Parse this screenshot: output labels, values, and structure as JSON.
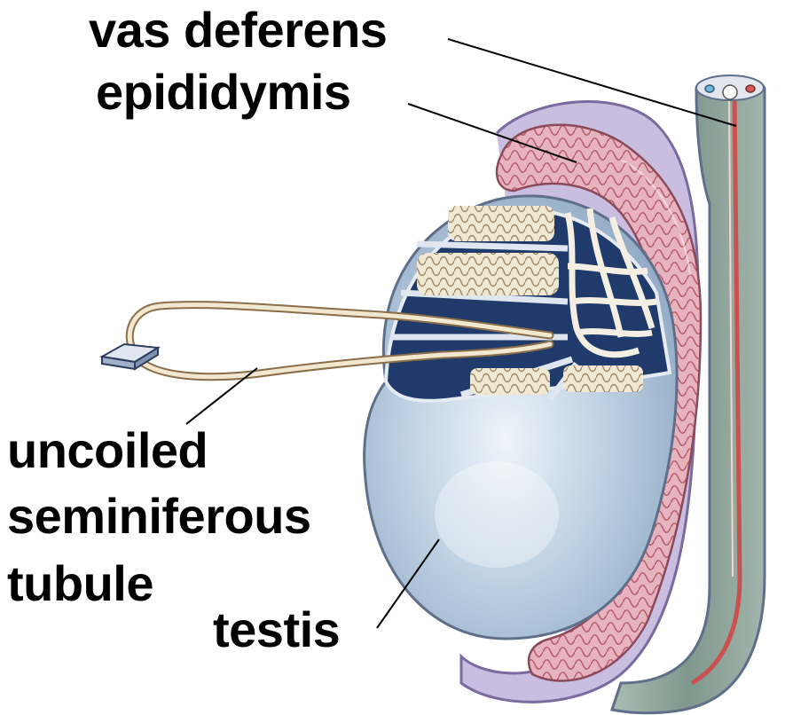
{
  "labels": {
    "vas_deferens": "vas deferens",
    "epididymis": "epididymis",
    "uncoiled_line1": "uncoiled",
    "uncoiled_line2": "seminiferous",
    "uncoiled_line3": "tubule",
    "testis": "testis"
  },
  "colors": {
    "testis_fill": "#b9cde0",
    "tunica": "#b7a9cf",
    "epididymis": "#e9b9c4",
    "duct_green": "#8ea49a",
    "vas_red": "#c9514f",
    "lumen_dark": "#1f3a6b",
    "tubule_cream": "#efe6d0"
  }
}
